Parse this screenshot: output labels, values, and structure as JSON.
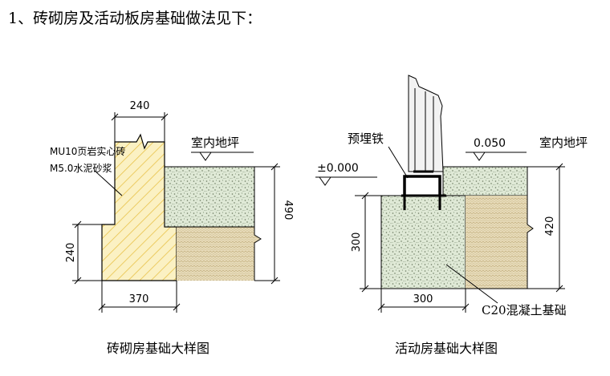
{
  "heading": "1、砖砌房及活动板房基础做法见下：",
  "left_detail": {
    "caption": "砖砌房基础大样图",
    "dim_top_width": "240",
    "dim_bottom_width": "370",
    "dim_left_height": "240",
    "dim_right_height": "490",
    "floor_label": "室内地坪",
    "material_line1": "MU10页岩实心砖",
    "material_line2": "M5.0水泥砂浆"
  },
  "right_detail": {
    "caption": "活动房基础大样图",
    "embedded_label": "预埋铁",
    "level_zero": "±0.000",
    "level_floor": "0.050",
    "floor_label": "室内地坪",
    "dim_left_height": "300",
    "dim_right_height": "420",
    "dim_bottom_width": "300",
    "concrete_label": "C20混凝土基础"
  },
  "colors": {
    "brick_fill": "#fbf1c3",
    "brick_hatch": "#e8c24a",
    "concrete_fill": "#dfe9d6",
    "soil_fill": "#e8dcbb"
  }
}
